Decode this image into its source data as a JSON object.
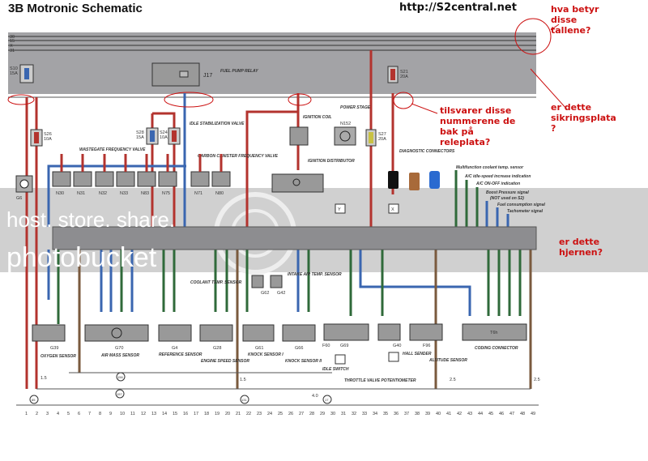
{
  "title": "3B Motronic Schematic",
  "url": "http://S2central.net",
  "bus_labels": [
    "30",
    "15",
    "X",
    "31"
  ],
  "annotations": {
    "top_right": [
      "hva betyr",
      "disse",
      "tallene?"
    ],
    "fuse_panel": [
      "er dette",
      "sikringsplata",
      "?"
    ],
    "relay_numbers": [
      "tilsvarer disse",
      "nummerene de",
      "bak på",
      "releplata?"
    ],
    "ecu": [
      "er dette",
      "hjernen?"
    ]
  },
  "components": {
    "s10": {
      "name": "S10",
      "rating": "15A"
    },
    "s26": {
      "name": "S26",
      "rating": "10A"
    },
    "s28": {
      "name": "S28",
      "rating": "15A"
    },
    "s24": {
      "name": "S24",
      "rating": "10A"
    },
    "s21": {
      "name": "S21",
      "rating": "20A"
    },
    "s27": {
      "name": "S27",
      "rating": "20A"
    },
    "j17": {
      "name": "J17",
      "desc": "FUEL PUMP RELAY"
    },
    "ignition_coil": "IGNITION COIL",
    "n152": {
      "name": "N152",
      "desc": "POWER STAGE"
    },
    "ignition_distributor": "IGNITION DISTRIBUTOR",
    "wastegate": "WASTEGATE FREQUENCY VALVE",
    "idle_valve": "IDLE STABILIZATION VALVE",
    "carbon_canister": "CARBON CANISTER FREQUENCY VALVE",
    "diagnostic": "DIAGNOSTIC CONNECTORS",
    "g6": "G6",
    "injectors": [
      "N30",
      "N31",
      "N32",
      "N33",
      "N83",
      "N75"
    ],
    "n71": "N71",
    "n80": "N80",
    "g39": {
      "name": "G39",
      "desc": "OXYGEN SENSOR"
    },
    "g70": {
      "name": "G70",
      "desc": "AIR MASS SENSOR"
    },
    "g4": {
      "name": "G4",
      "desc": "REFERENCE SENSOR"
    },
    "g28": {
      "name": "G28",
      "desc": "ENGINE SPEED SENSOR"
    },
    "g61": {
      "name": "G61",
      "desc": "KNOCK SENSOR I"
    },
    "g66": {
      "name": "G66",
      "desc": "KNOCK SENSOR II"
    },
    "g62": "G62",
    "g42": "G42",
    "coolant": "COOLANT TEMP. SENSOR",
    "intake": "INTAKE AIR TEMP. SENSOR",
    "f60": {
      "name": "F60",
      "desc": "IDLE SWITCH"
    },
    "g69": {
      "name": "G69",
      "desc": "THROTTLE VALVE POTENTIOMETER"
    },
    "g40": {
      "name": "G40",
      "desc": "HALL SENDER"
    },
    "f96": {
      "name": "F96",
      "desc": "ALTITUDE SENSOR"
    },
    "t6": {
      "name": "T6h",
      "desc": "CODING CONNECTOR"
    },
    "connector_y": "Y",
    "connector_x": "X"
  },
  "signals": [
    "Multifunction coolant temp. sensor",
    "A/C idle-speed increase indication",
    "A/C ON-OFF indication",
    "Boost Pressure signal",
    "(NOT used on S2)",
    "Fuel consumption signal",
    "Tachometer signal"
  ],
  "wire_sizes": [
    "1.5",
    "1.5",
    "4.0",
    "2.5",
    "2.5"
  ],
  "ground_refs": [
    "85",
    "156",
    "157",
    "131",
    "17"
  ],
  "watermark": {
    "slogan": "host. store. share.",
    "brand": "photobucket"
  },
  "pins": [
    "1",
    "2",
    "3",
    "4",
    "5",
    "6",
    "7",
    "8",
    "9",
    "10",
    "11",
    "12",
    "13",
    "14",
    "15",
    "16",
    "17",
    "18",
    "19",
    "20",
    "21",
    "22",
    "23",
    "24",
    "25",
    "26",
    "27",
    "28",
    "29",
    "30",
    "31",
    "32",
    "33",
    "34",
    "35",
    "36",
    "37",
    "38",
    "39",
    "40",
    "41",
    "42",
    "43",
    "44",
    "45",
    "46",
    "47",
    "48",
    "49"
  ],
  "colors": {
    "fuse_panel": "#9d9d9f",
    "ecu": "#8d8d90",
    "wire_red": "#b3332e",
    "wire_blue": "#3a66b0",
    "wire_green": "#2f6a3a",
    "wire_brown": "#7a5a3e",
    "annotation": "#cc1111"
  }
}
